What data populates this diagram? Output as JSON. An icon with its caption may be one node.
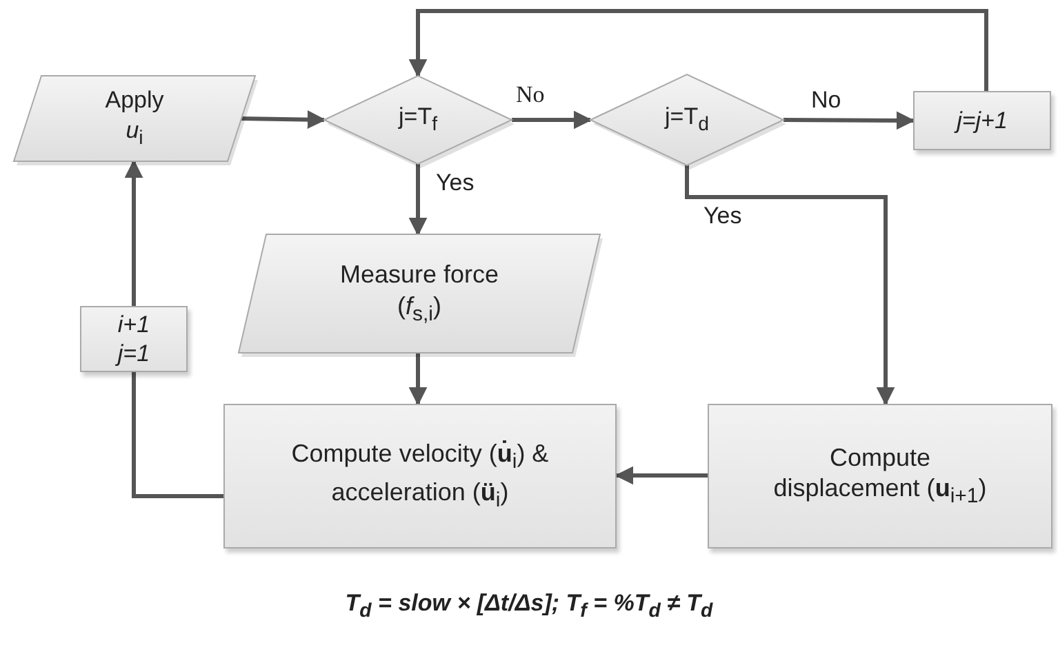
{
  "diagram": {
    "caption": "T$_{d}$ = slow × [Δt/Δs]; T$_{f}$ = %T$_{d}$ ≠ T$_{d}$",
    "nodes": [
      {
        "text": [
          "Apply",
          "*u*$_{i}$"
        ]
      },
      {
        "text": [
          "j=T$_{f}$"
        ]
      },
      {
        "text": [
          "j=T$_{d}$"
        ]
      },
      {
        "text": [
          "j=j+1"
        ]
      },
      {
        "text": [
          "Measure force (*f*$_{s,i}$)"
        ]
      },
      {
        "text": [
          "Compute velocity (**u̇**$_{i}$) & acceleration (**ü**$_{i}$)"
        ]
      },
      {
        "text": [
          "Compute displacement (**u**$_{i+1}$)"
        ]
      },
      {
        "text": [
          "i+1 j=1"
        ]
      }
    ],
    "edges": [
      {
        "from": 0,
        "to": 1,
        "arrow": "to"
      },
      {
        "from": 1,
        "to": 2,
        "arrow": "to",
        "label": "No"
      },
      {
        "from": 2,
        "to": 3,
        "arrow": "to",
        "label": "No"
      },
      {
        "from": 3,
        "to": 1,
        "arrow": "to"
      },
      {
        "from": 1,
        "to": 4,
        "arrow": "to",
        "label": "Yes"
      },
      {
        "from": 2,
        "to": 6,
        "arrow": "to",
        "label": "Yes"
      },
      {
        "from": 4,
        "to": 5,
        "arrow": "to"
      },
      {
        "from": 6,
        "to": 5,
        "arrow": "to"
      },
      {
        "from": 5,
        "to": 7,
        "arrow": "none"
      },
      {
        "from": 7,
        "to": 0,
        "arrow": "to"
      }
    ]
  }
}
